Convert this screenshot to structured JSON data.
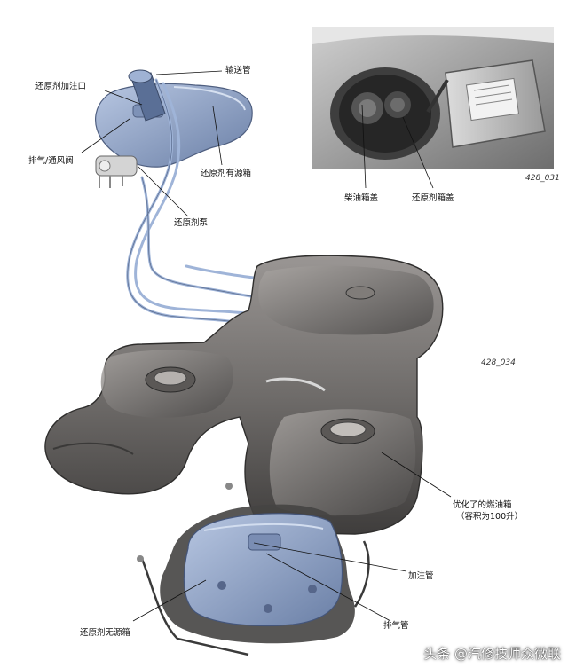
{
  "labels": {
    "delivery_pipe": "输送管",
    "filler_neck": "还原剂加注口",
    "vent_valve": "排气/通风阀",
    "active_tank": "还原剂有源箱",
    "pump": "还原剂泵",
    "diesel_cap": "柴油箱盖",
    "reductant_cap": "还原剂箱盖",
    "fuel_tank_line1": "优化了的燃油箱",
    "fuel_tank_line2": "（容积为100升）",
    "fill_pipe": "加注管",
    "exhaust_pipe": "排气管",
    "passive_tank": "还原剂无源箱"
  },
  "codes": {
    "inset": "428_031",
    "main": "428_034"
  },
  "watermark": "头条 @汽修技师众微联",
  "colors": {
    "tank_gray": "#6f6c6a",
    "reductant_blue": "#8fa3c6",
    "line_blue": "#9fb4d8"
  }
}
